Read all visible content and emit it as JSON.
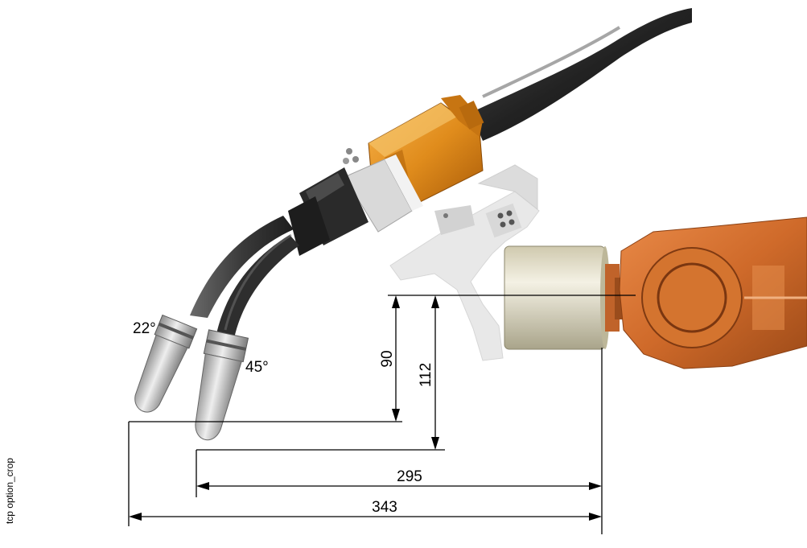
{
  "figure": {
    "side_caption": "tcp option_crop",
    "angles": {
      "upper_torch": "22°",
      "lower_torch": "45°"
    },
    "dimensions": {
      "vertical_short": "90",
      "vertical_long": "112",
      "horizontal_short": "295",
      "horizontal_long": "343"
    },
    "colors": {
      "hose": "#2b2b2b",
      "orange_body": "#d97a14",
      "copper_robot": "#cf6a2a",
      "flange_beige": "#d9d3bc",
      "bracket_grey": "#e6e6e6",
      "nozzle_silver": "#c9c9c9",
      "dim_lines": "#000000"
    }
  }
}
